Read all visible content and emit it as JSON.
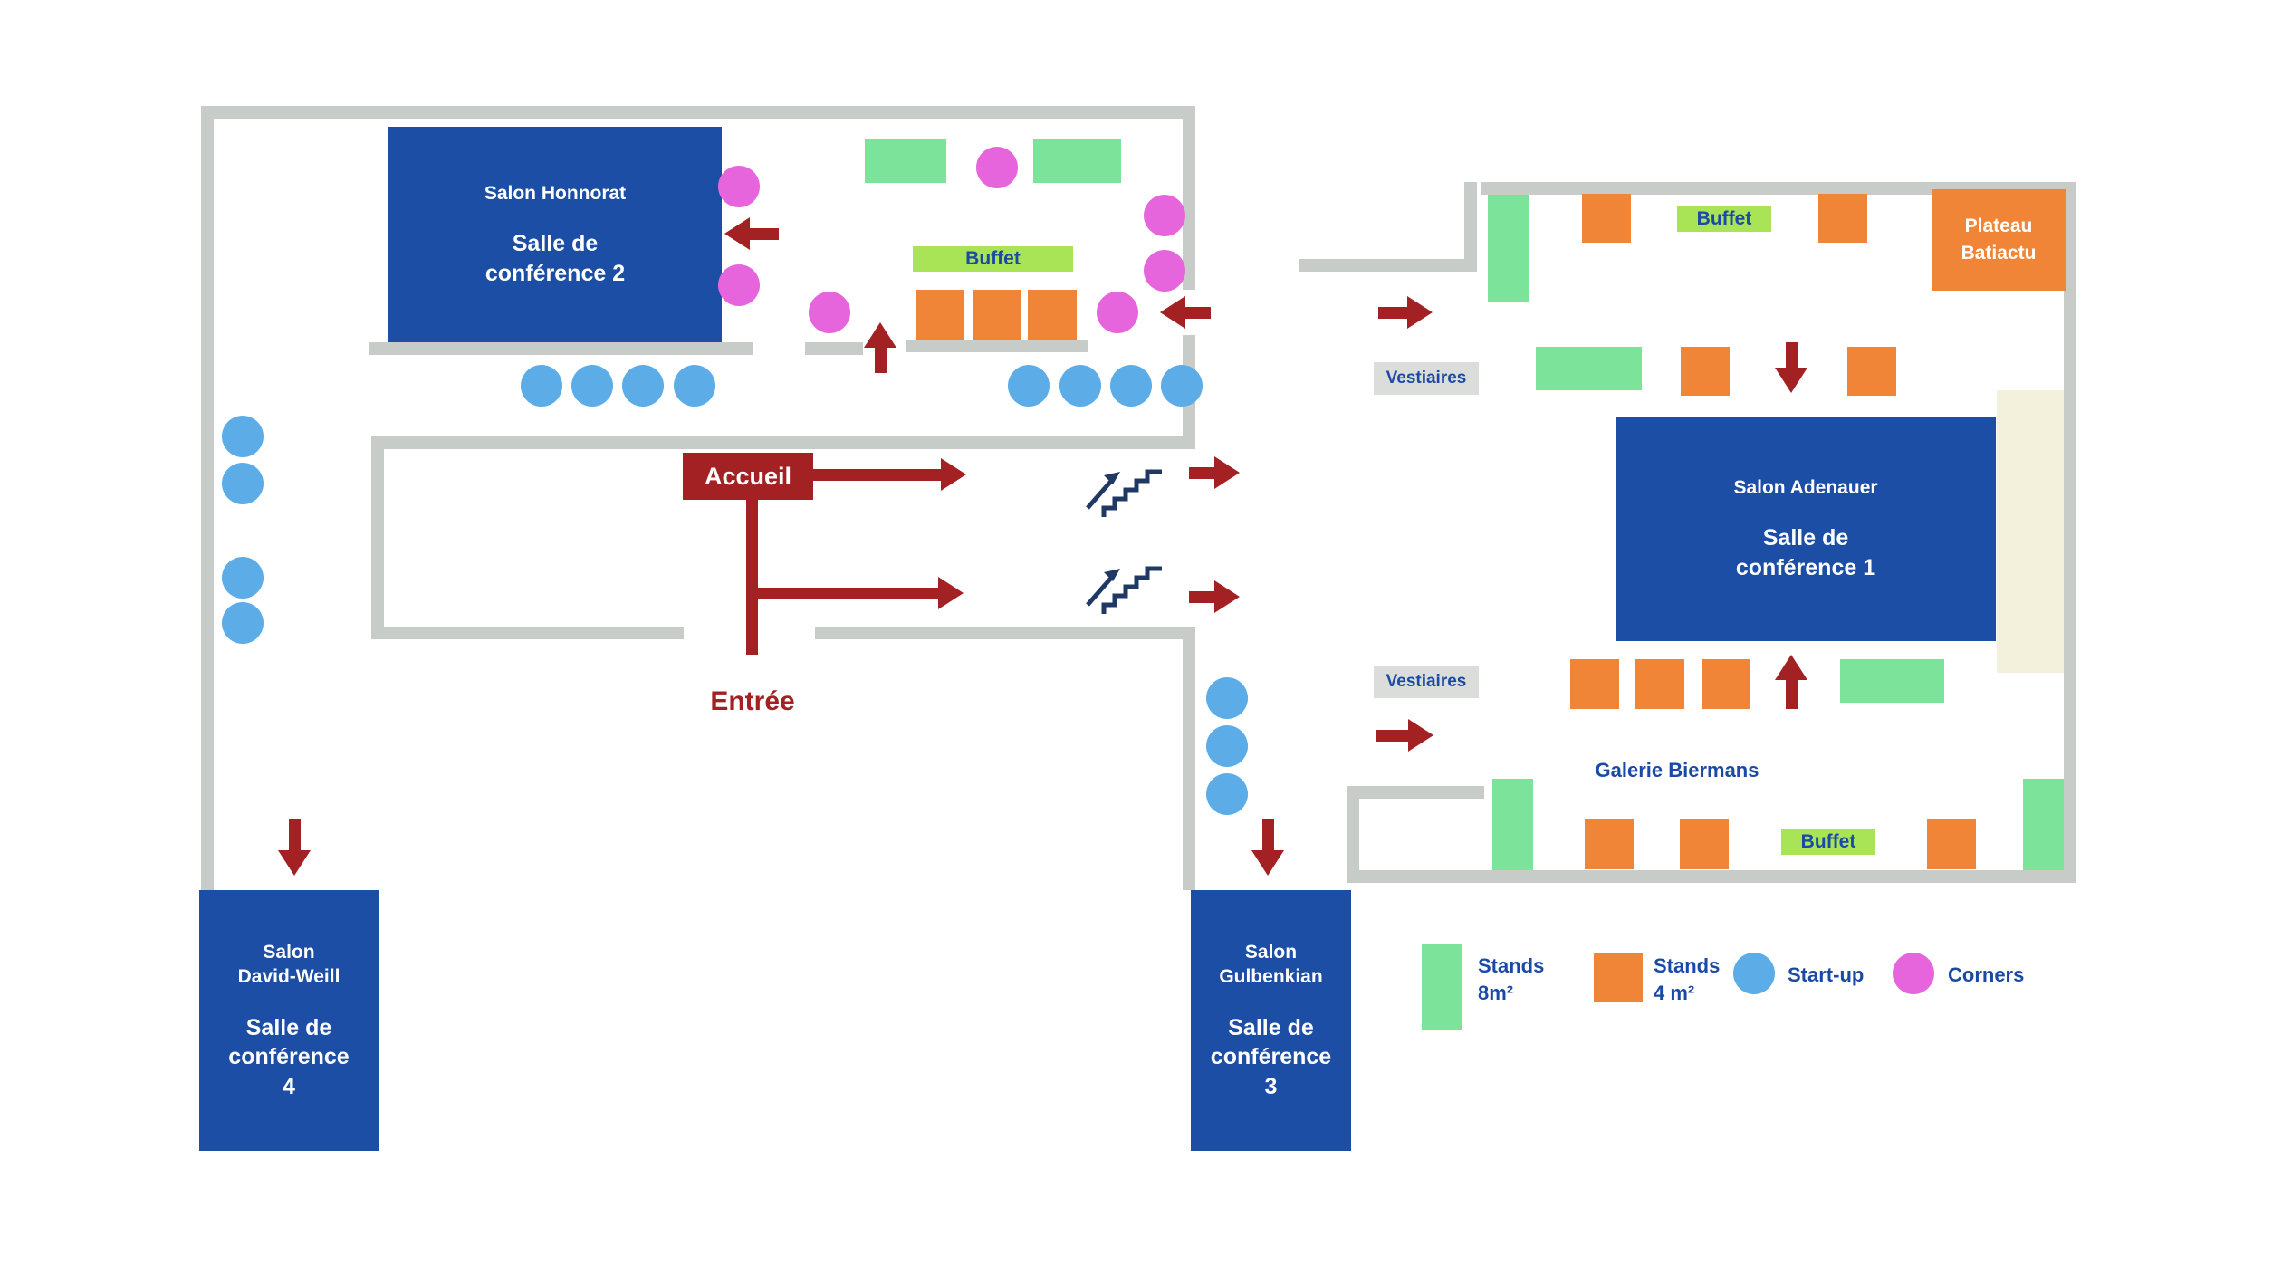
{
  "rooms": [
    {
      "name": "Salon Honnorat",
      "subtitle": "Salle de conférence 2"
    },
    {
      "name": "Salon Adenauer",
      "subtitle": "Salle de conférence 1"
    },
    {
      "name": "Salon David-Weill",
      "subtitle": "Salle de conférence 4"
    },
    {
      "name": "Salon Gulbenkian",
      "subtitle": "Salle de conférence 3"
    }
  ],
  "labels": {
    "accueil": "Accueil",
    "entree": "Entrée",
    "buffet": "Buffet",
    "vestiaires": "Vestiaires",
    "galerie_biermans": "Galerie Biermans",
    "plateau_line1": "Plateau",
    "plateau_line2": "Batiactu"
  },
  "legend": [
    {
      "line1": "Stands",
      "line2": "8m²",
      "shape": "tall-rect",
      "color": "#7CE49A"
    },
    {
      "line1": "Stands",
      "line2": "4 m²",
      "shape": "square",
      "color": "#F08437"
    },
    {
      "line1": "Start-up",
      "line2": "",
      "shape": "circle",
      "color": "#5CACE8"
    },
    {
      "line1": "Corners",
      "line2": "",
      "shape": "circle",
      "color": "#E765DC"
    }
  ],
  "colors": {
    "room_blue": "#1B4EA4",
    "text_blue": "#1B4AA6",
    "stand_8m2_green": "#7CE49A",
    "buffet_green": "#A9E356",
    "stand_4m2_orange": "#F08437",
    "startup_blue": "#5CACE8",
    "corners_magenta": "#E765DC",
    "arrow_red": "#A32123",
    "wall_gray": "#C7CCC8"
  }
}
